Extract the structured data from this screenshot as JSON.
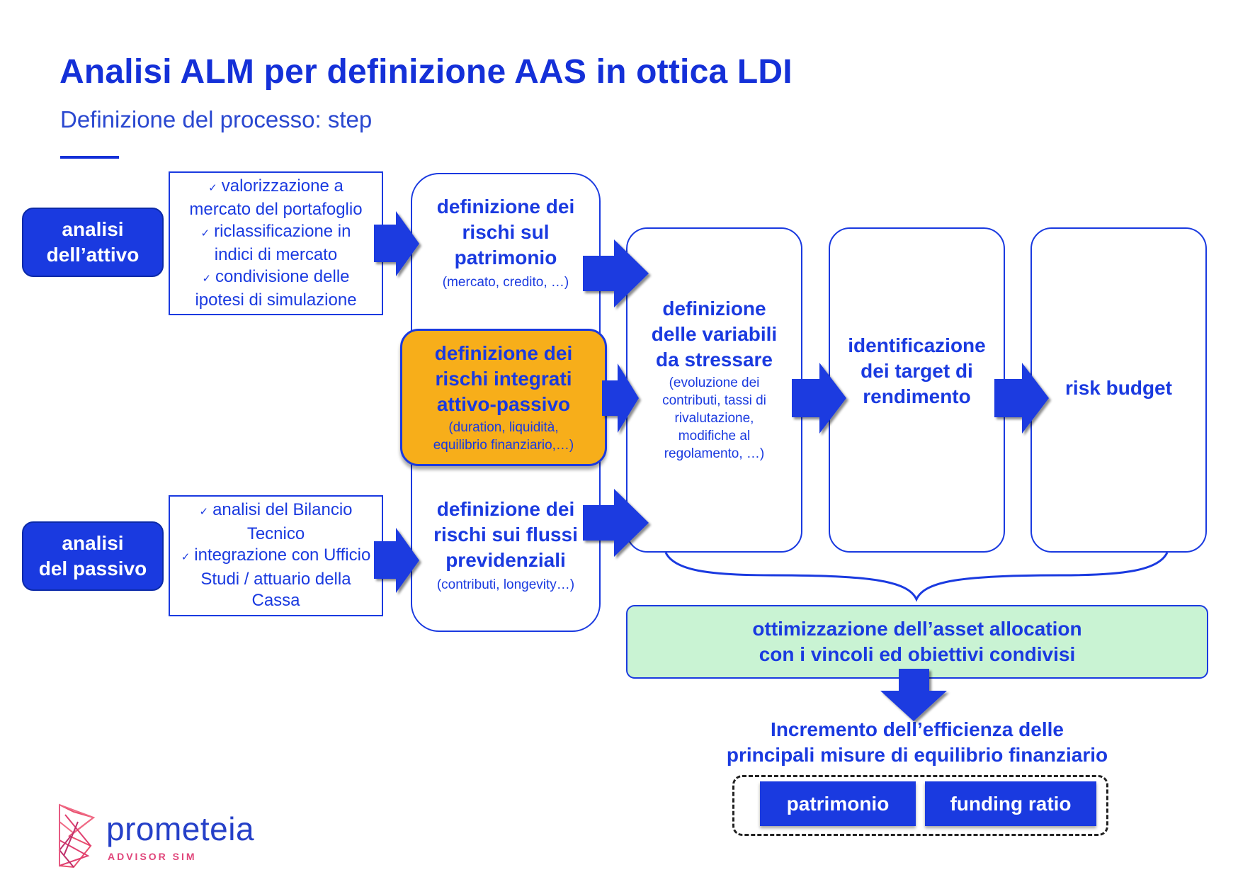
{
  "header": {
    "title": "Analisi ALM per definizione AAS in ottica LDI",
    "subtitle": "Definizione del processo: step"
  },
  "inputs": {
    "attivo_label": [
      "analisi",
      "dell’attivo"
    ],
    "attivo_items": [
      [
        "valorizzazione a",
        "mercato del portafoglio"
      ],
      [
        "riclassificazione in",
        "indici di mercato"
      ],
      [
        "condivisione delle",
        "ipotesi di simulazione"
      ]
    ],
    "passivo_label": [
      "analisi",
      "del passivo"
    ],
    "passivo_items": [
      [
        "analisi del Bilancio",
        "Tecnico"
      ],
      [
        "integrazione con Ufficio",
        "Studi / attuario della",
        "Cassa"
      ]
    ]
  },
  "risks": {
    "patrimonio": {
      "title": [
        "definizione dei",
        "rischi sul",
        "patrimonio"
      ],
      "note": "(mercato, credito, …)"
    },
    "integrati": {
      "title": [
        "definizione dei",
        "rischi integrati",
        "attivo-passivo"
      ],
      "note": [
        "(duration, liquidità,",
        "equilibrio finanziario,…)"
      ]
    },
    "flussi": {
      "title": [
        "definizione dei",
        "rischi sui flussi",
        "previdenziali"
      ],
      "note": "(contributi, longevity…)"
    }
  },
  "steps": {
    "variabili": {
      "title": [
        "definizione",
        "delle variabili",
        "da stressare"
      ],
      "note": [
        "(evoluzione dei",
        "contributi, tassi di",
        "rivalutazione,",
        "modifiche al",
        "regolamento, …)"
      ]
    },
    "target": {
      "title": [
        "identificazione",
        "dei target di",
        "rendimento"
      ]
    },
    "risk_budget": {
      "title": "risk budget"
    }
  },
  "optimization": {
    "lines": [
      "ottimizzazione dell’asset allocation",
      "con i vincoli ed obiettivi condivisi"
    ]
  },
  "result": {
    "lines": [
      "Incremento dell’efficienza delle",
      "principali misure di equilibrio finanziario"
    ],
    "metrics": [
      "patrimonio",
      "funding ratio"
    ]
  },
  "logo": {
    "name": "prometeia",
    "tagline": "ADVISOR SIM"
  },
  "colors": {
    "primary": "#1a3ae0",
    "highlight": "#f7ae1a",
    "optimization_bg": "#c9f3d3",
    "logo_accent": "#e0457a"
  }
}
